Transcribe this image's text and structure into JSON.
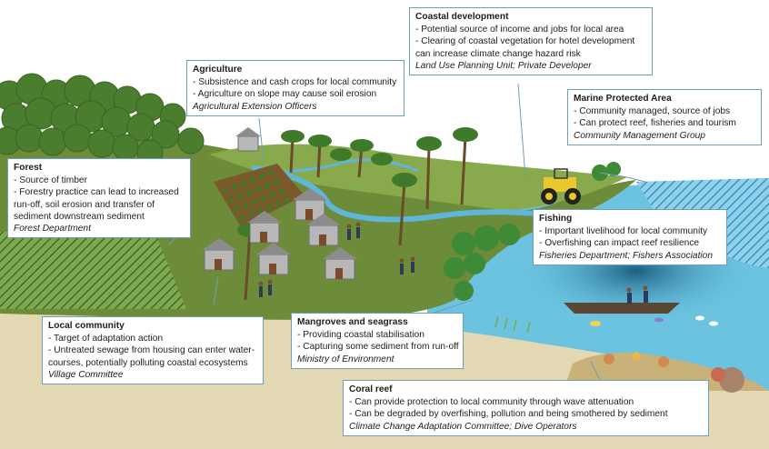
{
  "callouts": {
    "coastal_development": {
      "title": "Coastal development",
      "items": [
        "- Potential source of income and jobs for local area",
        "- Clearing of coastal vegetation for hotel development can increase climate change hazard risk"
      ],
      "agency": "Land Use Planning Unit; Private Developer"
    },
    "agriculture": {
      "title": "Agriculture",
      "items": [
        "- Subsistence and cash crops for local community",
        "- Agriculture on slope may cause soil erosion"
      ],
      "agency": "Agricultural Extension Officers"
    },
    "marine_protected_area": {
      "title": "Marine Protected Area",
      "items": [
        "- Community managed, source of jobs",
        "- Can protect reef, fisheries and tourism"
      ],
      "agency": "Community Management Group"
    },
    "forest": {
      "title": "Forest",
      "items": [
        "- Source of timber",
        "- Forestry practice can lead to increased run-off, soil erosion and transfer of sediment downstream sediment"
      ],
      "agency": "Forest Department"
    },
    "fishing": {
      "title": "Fishing",
      "items": [
        "- Important livelihood for local community",
        "- Overfishing can impact reef resilience"
      ],
      "agency": "Fisheries Department; Fishers Association"
    },
    "local_community": {
      "title": "Local community",
      "items": [
        "- Target of adaptation action",
        "- Untreated sewage from housing can enter water-courses, potentially polluting coastal ecosystems"
      ],
      "agency": "Village Committee"
    },
    "mangroves_seagrass": {
      "title": "Mangroves and seagrass",
      "items": [
        "- Providing coastal stabilisation",
        "- Capturing some sediment from run-off"
      ],
      "agency": "Ministry of Environment"
    },
    "coral_reef": {
      "title": "Coral reef",
      "items": [
        "- Can provide protection to local community through wave attenuation",
        "- Can be degraded by overfishing, pollution and being smothered by sediment"
      ],
      "agency": "Climate Change Adaptation Committee; Dive Operators"
    }
  },
  "colors": {
    "sky": "#ffffff",
    "land": "#6f8f3e",
    "hill": "#86a84a",
    "sea": "#6cc3e0",
    "deep_sea": "#2f8fb8",
    "beach": "#e6dcb8",
    "river": "#5fb6d8",
    "callout_border": "#6f9fb7"
  }
}
